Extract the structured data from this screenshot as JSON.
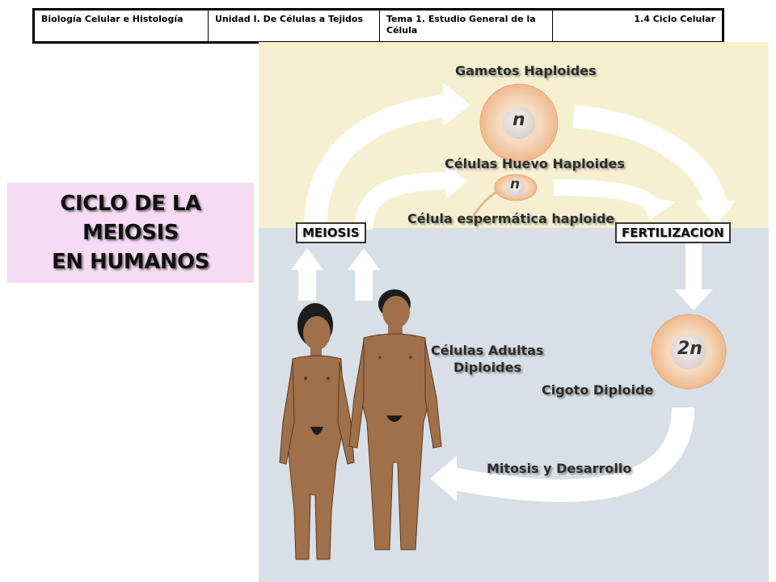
{
  "header": {
    "cells": [
      "Biología Celular e Histología",
      "Unidad I. De Células a Tejidos",
      "Tema 1. Estudio General de la Célula",
      "1.4 Ciclo Celular"
    ]
  },
  "title": {
    "lines": [
      "CICLO DE LA",
      "MEIOSIS",
      "EN HUMANOS"
    ]
  },
  "diagram": {
    "labels": {
      "gametes": "Gametos Haploides",
      "eggs": "Células Huevo Haploides",
      "sperm": "Célula espermática haploide",
      "meiosis": "MEIOSIS",
      "fertilization": "FERTILIZACION",
      "adult_cells_1": "Células Adultas",
      "adult_cells_2": "Diploides",
      "zygote": "Cigoto Diploide",
      "mitosis": "Mitosis y Desarrollo"
    },
    "cells": {
      "egg_ploidy": "n",
      "sperm_ploidy": "n",
      "zygote_ploidy": "2n"
    },
    "colors": {
      "haploid_bg": "#f6f0d2",
      "diploid_bg": "#d8dfe6",
      "arrow": "#ffffff",
      "skin": "#a0704a",
      "hair": "#1c1c1c"
    }
  }
}
